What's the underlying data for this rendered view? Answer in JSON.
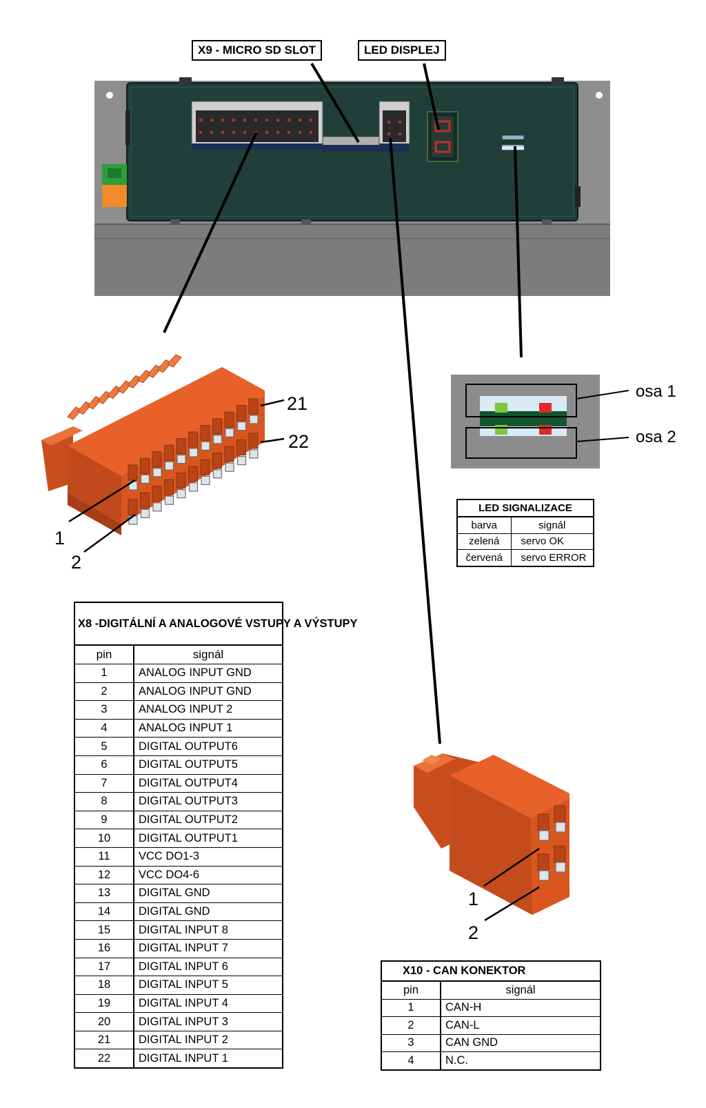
{
  "callouts": {
    "sd_slot": "X9 - MICRO SD SLOT",
    "led_display": "LED DISPLEJ"
  },
  "x8_connector": {
    "pin_labels": [
      "21",
      "22",
      "1",
      "2"
    ]
  },
  "x10_connector": {
    "pin_labels": [
      "1",
      "2"
    ]
  },
  "led_detail": {
    "axis_labels": [
      "osa 1",
      "osa 2"
    ]
  },
  "led_table": {
    "title": "LED SIGNALIZACE",
    "headers": [
      "barva",
      "signál"
    ],
    "rows": [
      [
        "zelená",
        "servo OK"
      ],
      [
        "červená",
        "servo ERROR"
      ]
    ]
  },
  "x8_table": {
    "title": "X8 -DIGITÁLNÍ A ANALOGOVÉ VSTUPY A VÝSTUPY",
    "headers": [
      "pin",
      "signál"
    ],
    "rows": [
      [
        "1",
        "ANALOG INPUT GND"
      ],
      [
        "2",
        "ANALOG INPUT GND"
      ],
      [
        "3",
        "ANALOG INPUT 2"
      ],
      [
        "4",
        "ANALOG INPUT 1"
      ],
      [
        "5",
        "DIGITAL OUTPUT6"
      ],
      [
        "6",
        "DIGITAL OUTPUT5"
      ],
      [
        "7",
        "DIGITAL OUTPUT4"
      ],
      [
        "8",
        "DIGITAL OUTPUT3"
      ],
      [
        "9",
        "DIGITAL OUTPUT2"
      ],
      [
        "10",
        "DIGITAL OUTPUT1"
      ],
      [
        "11",
        "VCC DO1-3"
      ],
      [
        "12",
        "VCC DO4-6"
      ],
      [
        "13",
        "DIGITAL GND"
      ],
      [
        "14",
        "DIGITAL GND"
      ],
      [
        "15",
        "DIGITAL INPUT 8"
      ],
      [
        "16",
        "DIGITAL INPUT 7"
      ],
      [
        "17",
        "DIGITAL INPUT 6"
      ],
      [
        "18",
        "DIGITAL INPUT 5"
      ],
      [
        "19",
        "DIGITAL INPUT 4"
      ],
      [
        "20",
        "DIGITAL INPUT 3"
      ],
      [
        "21",
        "DIGITAL INPUT 2"
      ],
      [
        "22",
        "DIGITAL INPUT 1"
      ]
    ]
  },
  "x10_table": {
    "title": "X10 - CAN KONEKTOR",
    "headers": [
      "pin",
      "signál"
    ],
    "rows": [
      [
        "1",
        "CAN-H"
      ],
      [
        "2",
        "CAN-L"
      ],
      [
        "3",
        "CAN GND"
      ],
      [
        "4",
        "N.C."
      ]
    ]
  },
  "colors": {
    "pcb": "#1c3c34",
    "chassis": "#8c8c8c",
    "connector_orange": "#e8602a",
    "led_green": "#7cc83a",
    "led_red": "#e02a2a"
  }
}
